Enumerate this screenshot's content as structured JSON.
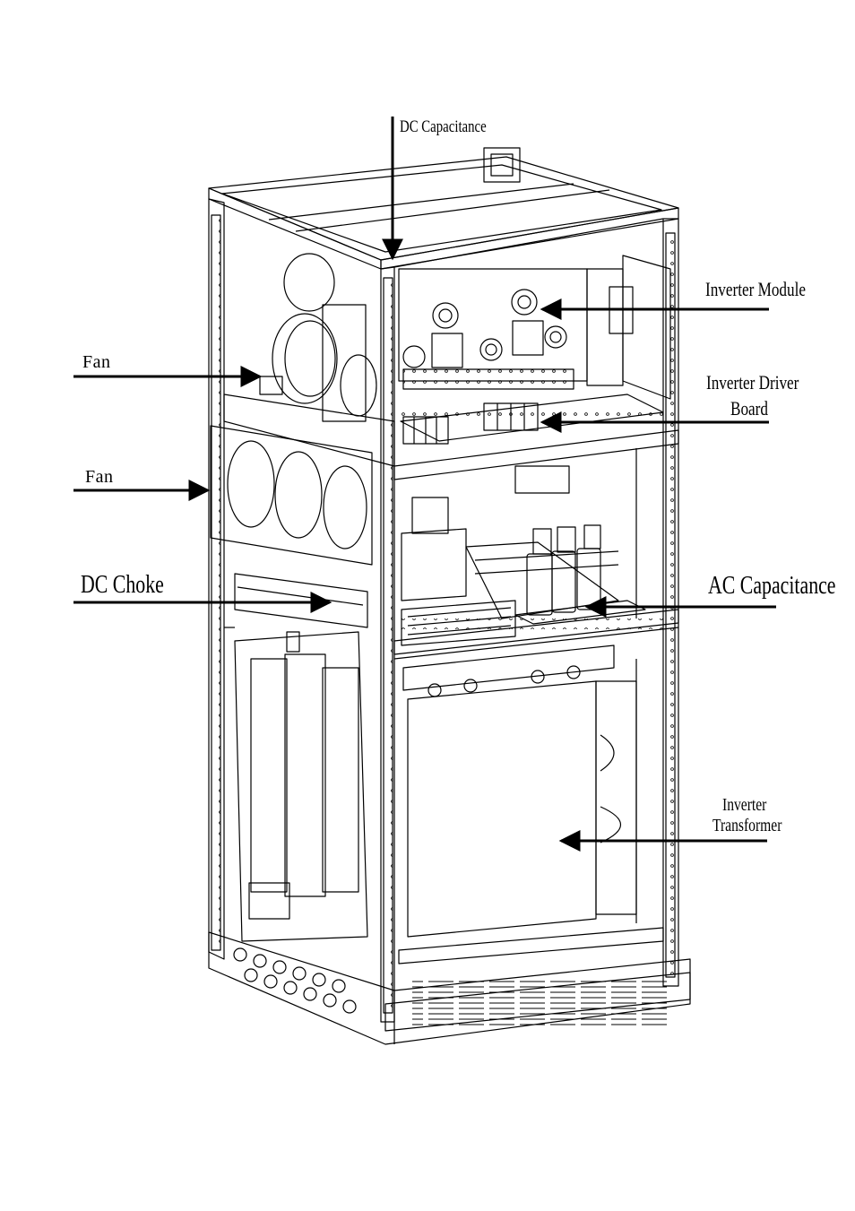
{
  "diagram": {
    "labels": {
      "dc_capacitance": "DC Capacitance",
      "inverter_module": "Inverter Module",
      "inverter_driver_board_line1": "Inverter Driver",
      "inverter_driver_board_line2": "Board",
      "fan_upper": "Fan",
      "fan_lower": "Fan",
      "dc_choke": "DC Choke",
      "ac_capacitance": "AC Capacitance",
      "inverter_transformer_line1": "Inverter",
      "inverter_transformer_line2": "Transformer"
    },
    "line_color": "#000000",
    "background": "#ffffff"
  }
}
